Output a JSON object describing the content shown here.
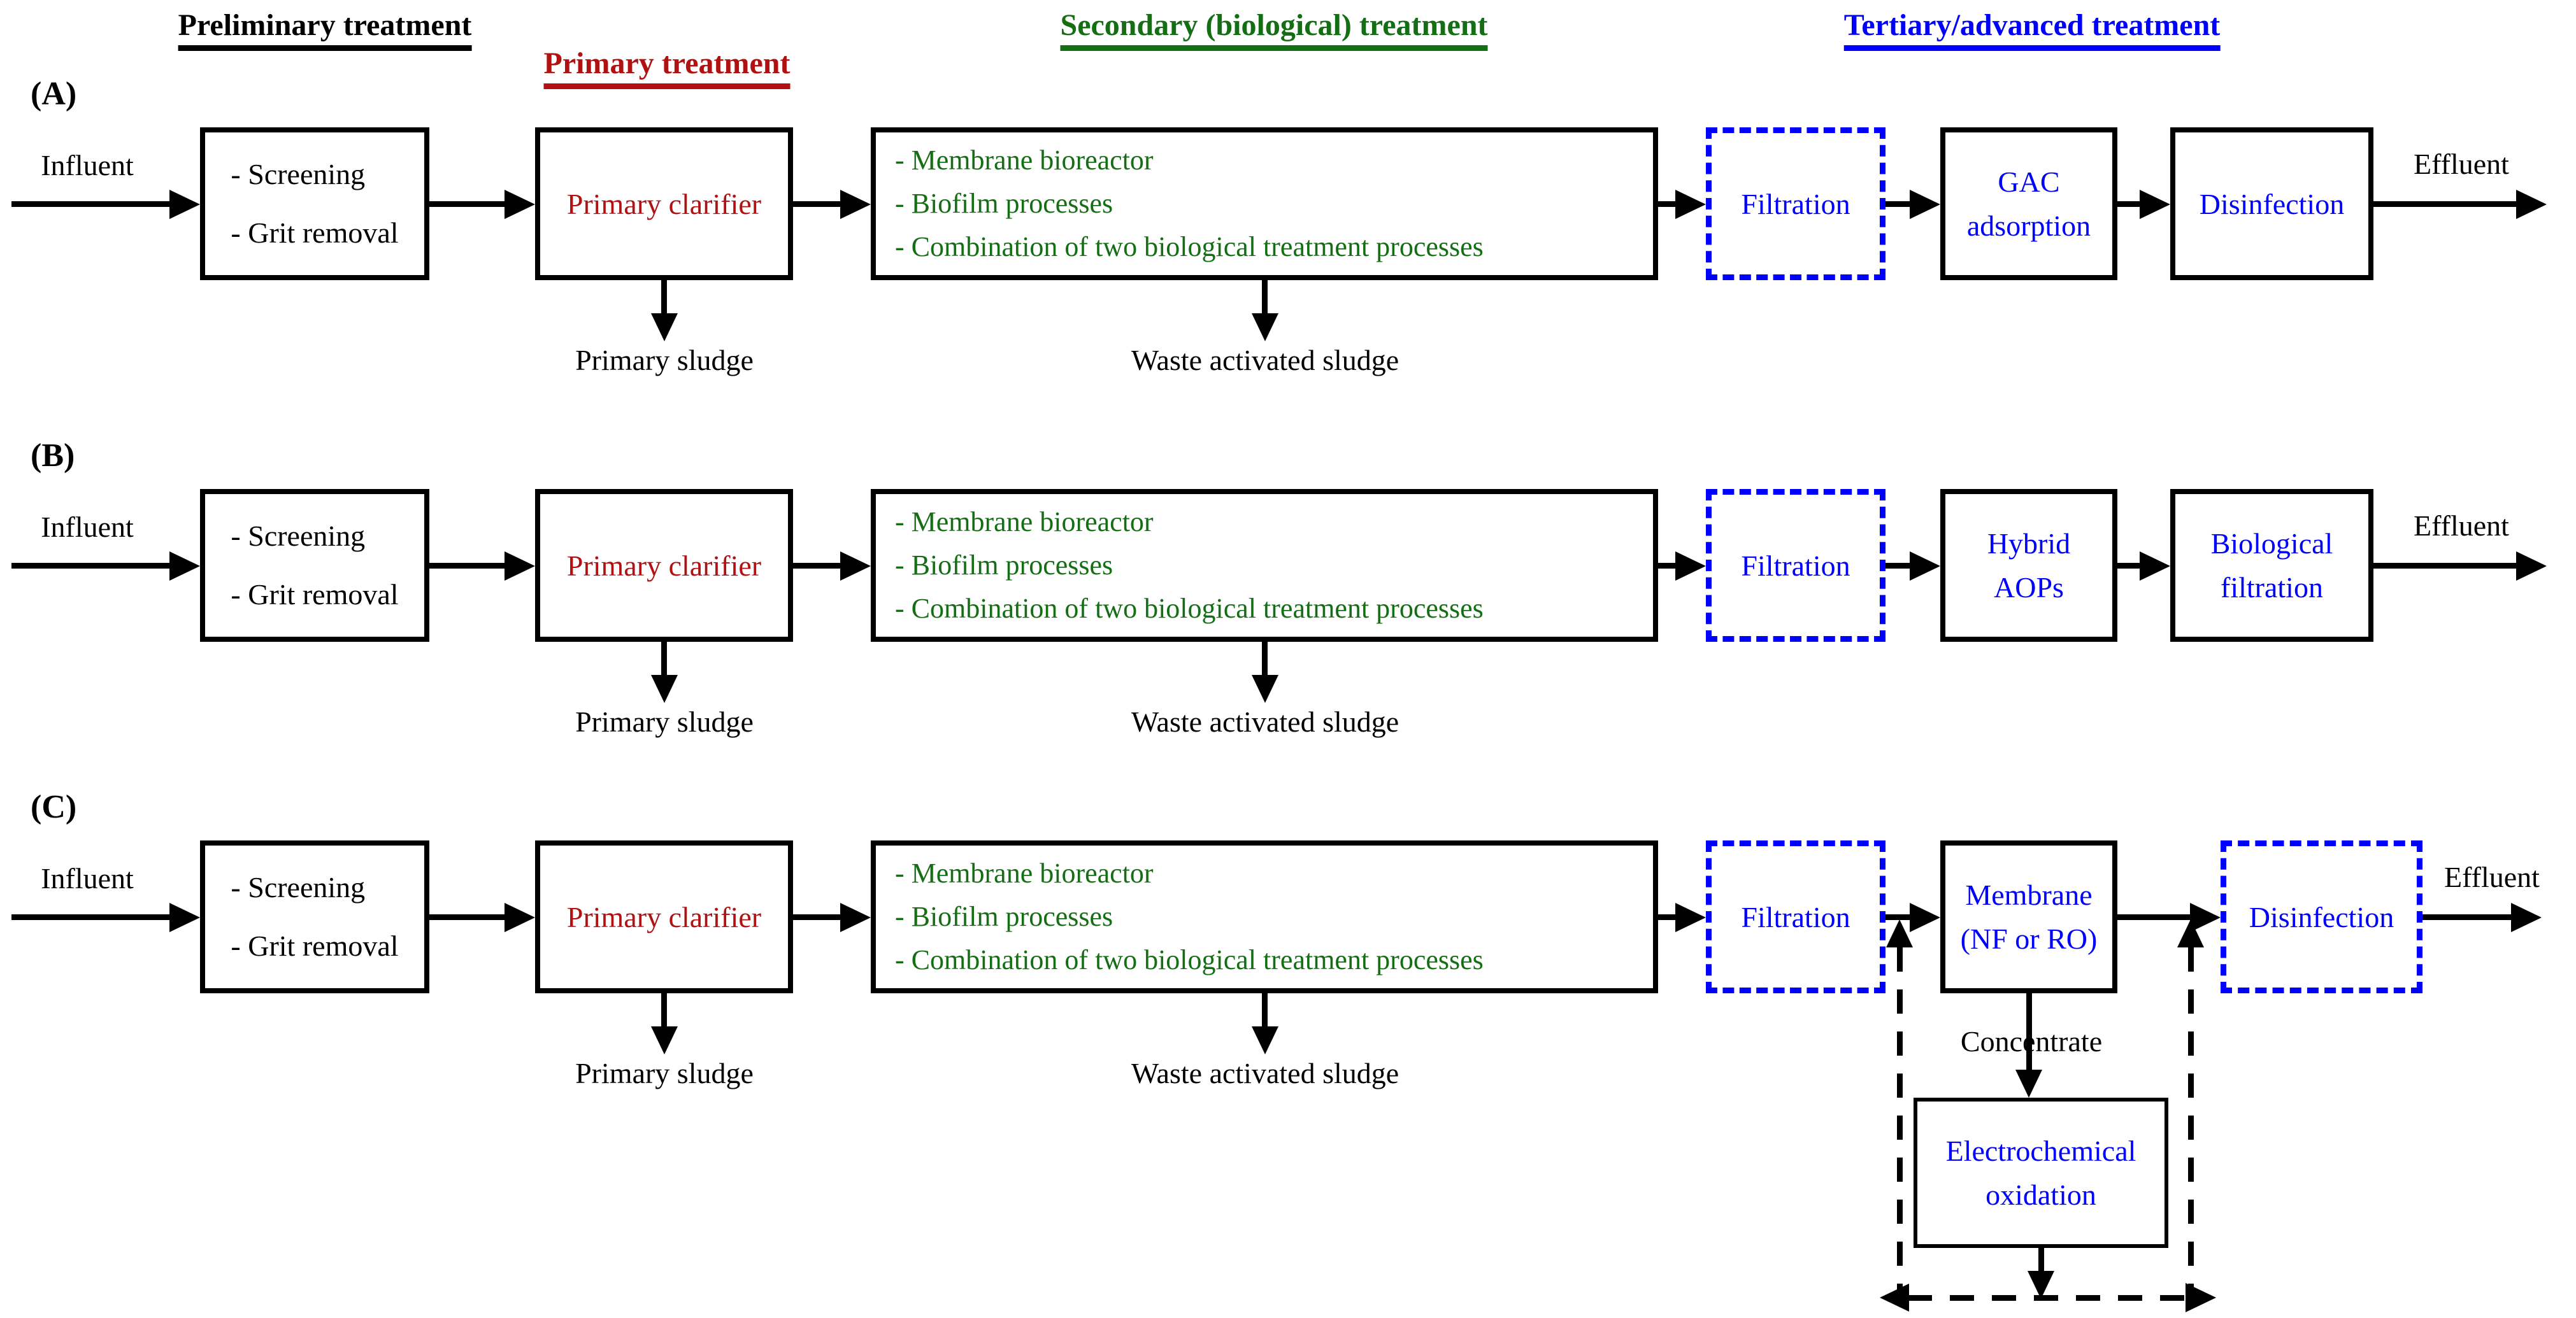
{
  "palette": {
    "black": "#000000",
    "red": "#b11111",
    "green": "#146e14",
    "blue": "#0000ff"
  },
  "headers": [
    {
      "id": "preliminary",
      "label": "Preliminary treatment",
      "color": "black"
    },
    {
      "id": "primary",
      "label": "Primary treatment",
      "color": "red"
    },
    {
      "id": "secondary",
      "label": "Secondary (biological) treatment",
      "color": "green"
    },
    {
      "id": "tertiary",
      "label": "Tertiary/advanced treatment",
      "color": "blue"
    }
  ],
  "labels": {
    "influent": "Influent",
    "effluent": "Effluent",
    "primary_sludge": "Primary sludge",
    "waste_sludge": "Waste activated sludge",
    "concentrate": "Concentrate"
  },
  "stages": {
    "preliminary": "- Screening\n- Grit removal",
    "primary": "Primary clarifier",
    "secondary": "- Membrane bioreactor\n- Biofilm processes\n- Combination of two biological treatment processes",
    "filtration": "Filtration"
  },
  "rows": [
    {
      "id": "A",
      "label": "(A)",
      "advanced1": "GAC\nadsorption",
      "advanced2": "Disinfection"
    },
    {
      "id": "B",
      "label": "(B)",
      "advanced1": "Hybrid\nAOPs",
      "advanced2": "Biological\nfiltration"
    },
    {
      "id": "C",
      "label": "(C)",
      "advanced1": "Membrane\n(NF or RO)",
      "advanced2": "Disinfection",
      "recycle": {
        "concentrate_label": "Concentrate",
        "electro": "Electrochemical\noxidation"
      }
    }
  ]
}
